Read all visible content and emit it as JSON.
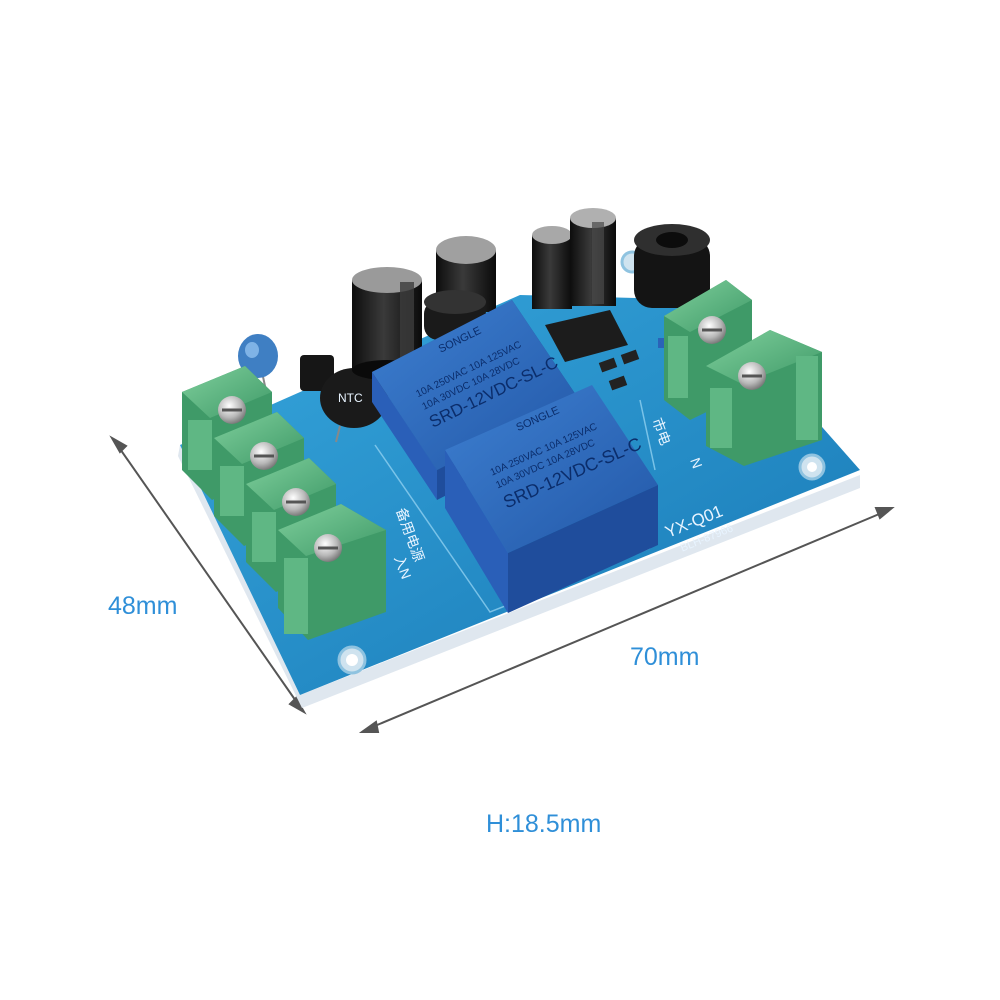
{
  "dimensions": {
    "width_label": "48mm",
    "length_label": "70mm",
    "height_label": "H:18.5mm"
  },
  "board": {
    "model": "YX-Q01",
    "serial": "BLH-87966",
    "ntc_label": "NTC",
    "backup_power_label": "备用电源",
    "terminal_label_left": "入N",
    "terminal_label_right": "N",
    "mains_label": "市电",
    "colors": {
      "pcb": "#1f8fc9",
      "relay": "#2a5fb8",
      "terminal": "#5fb784",
      "capacitor": "#1b1b1b",
      "annotation": "#2f8fd8"
    }
  },
  "relays": [
    {
      "brand": "SONGLE",
      "rating_1": "10A 250VAC  10A 125VAC",
      "rating_2": "10A 30VDC  10A 28VDC",
      "model": "SRD-12VDC-SL-C"
    },
    {
      "brand": "SONGLE",
      "rating_1": "10A 250VAC  10A 125VAC",
      "rating_2": "10A 30VDC  10A 28VDC",
      "model": "SRD-12VDC-SL-C"
    }
  ]
}
